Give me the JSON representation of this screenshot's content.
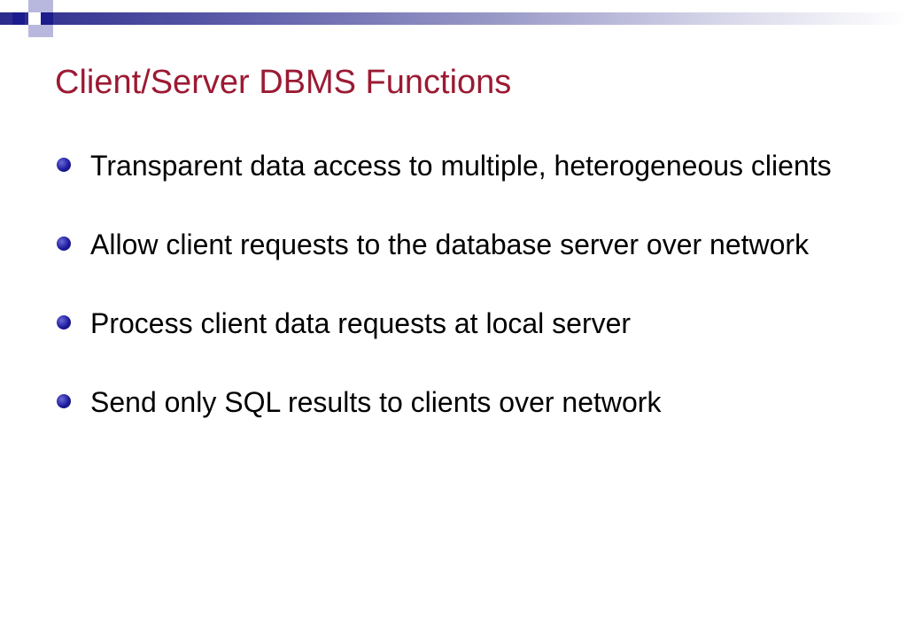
{
  "slide": {
    "title": "Client/Server DBMS Functions",
    "bullets": [
      {
        "text": "Transparent data access to multiple, heterogeneous clients"
      },
      {
        "text": "Allow client requests to the database server over network"
      },
      {
        "text": "Process client data requests at local server"
      },
      {
        "text": "Send only SQL results to clients over network"
      }
    ]
  },
  "colors": {
    "title": "#9b1a33",
    "bullet": "#1c1c9c",
    "band_start": "#2b2b8c"
  },
  "icons": {
    "bullet": "filled-circle-bullet-icon",
    "logo": "squares-logo-icon"
  }
}
